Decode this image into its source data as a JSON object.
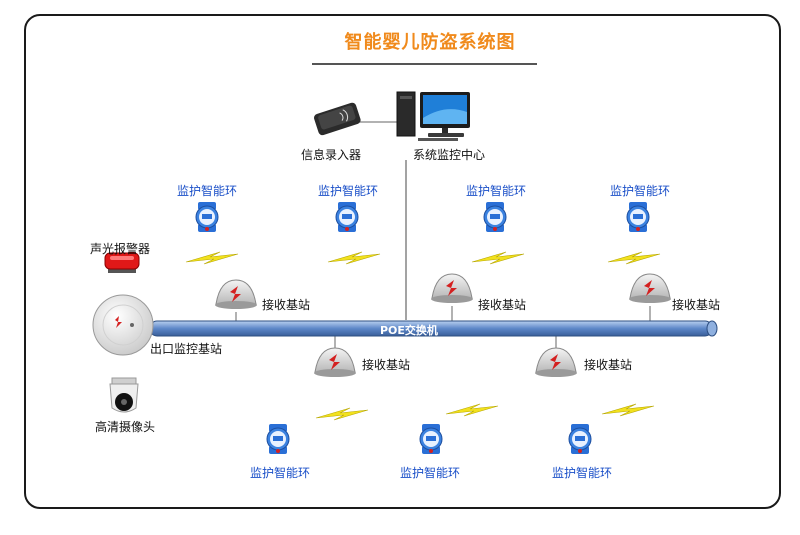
{
  "title": "智能婴儿防盗系统图",
  "nodes": {
    "info_entry": "信息录入器",
    "monitor_center": "系统监控中心",
    "alarm": "声光报警器",
    "exit_station": "出口监控基站",
    "camera": "高清摄像头",
    "bus": "POE交换机"
  },
  "bracelet_label": "监护智能环",
  "station_label": "接收基站",
  "colors": {
    "title": "#f08a1c",
    "bracelet_label": "#1a4fc8",
    "bus": "#4f7cc0",
    "wireless": "#f2e11e"
  }
}
